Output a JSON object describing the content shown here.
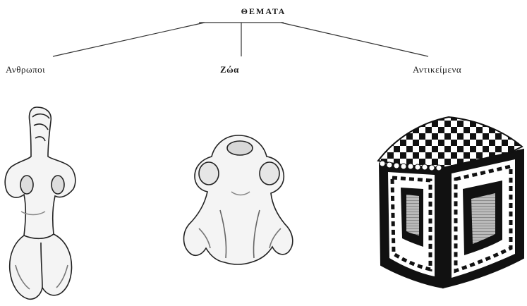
{
  "root": {
    "label": "ΘΕΜΑΤΑ"
  },
  "categories": [
    {
      "label": "Ανθρωποι",
      "illustration": "human-figurine-icon"
    },
    {
      "label": "Ζώα",
      "illustration": "frog-figurine-icon"
    },
    {
      "label": "Αντικείμενα",
      "illustration": "house-model-icon"
    }
  ]
}
